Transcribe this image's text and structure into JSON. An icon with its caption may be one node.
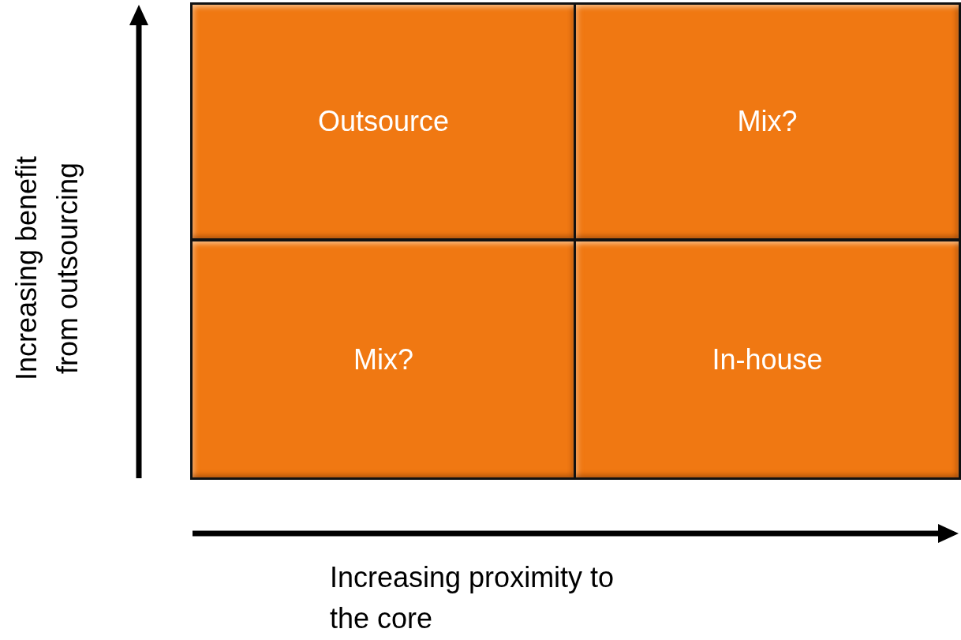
{
  "diagram": {
    "nodes": [
      {
        "text": [
          "Outsource"
        ]
      },
      {
        "text": [
          "Mix?"
        ]
      },
      {
        "text": [
          "Mix?"
        ]
      },
      {
        "text": [
          "In-house"
        ]
      }
    ],
    "labels": [
      "Increasing benefit from outsourcing",
      "Increasing proximity to the core"
    ]
  }
}
